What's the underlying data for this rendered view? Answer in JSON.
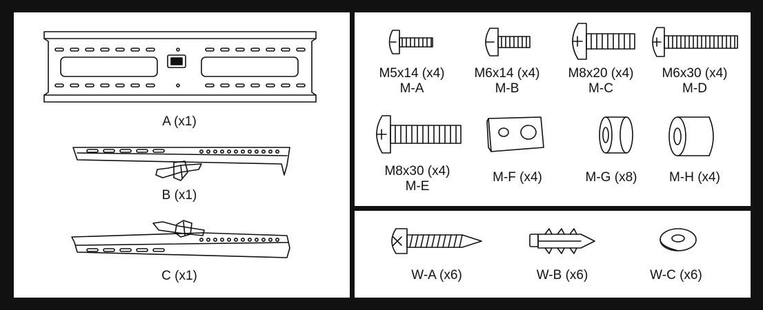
{
  "colors": {
    "frame": "#111111",
    "ink": "#111111",
    "paper": "#ffffff"
  },
  "left_panel": {
    "wall_plate_label": "A (x1)",
    "arm_b_label": "B (x1)",
    "arm_c_label": "C (x1)"
  },
  "screws": [
    {
      "size": "M5x14 (x4)",
      "code": "M-A"
    },
    {
      "size": "M6x14 (x4)",
      "code": "M-B"
    },
    {
      "size": "M8x20 (x4)",
      "code": "M-C"
    },
    {
      "size": "M6x30 (x4)",
      "code": "M-D"
    },
    {
      "size": "M8x30 (x4)",
      "code": "M-E"
    }
  ],
  "hardware": [
    {
      "label": "M-F (x4)"
    },
    {
      "label": "M-G (x8)"
    },
    {
      "label": "M-H (x4)"
    }
  ],
  "wall_hardware": [
    {
      "label": "W-A (x6)"
    },
    {
      "label": "W-B (x6)"
    },
    {
      "label": "W-C (x6)"
    }
  ]
}
